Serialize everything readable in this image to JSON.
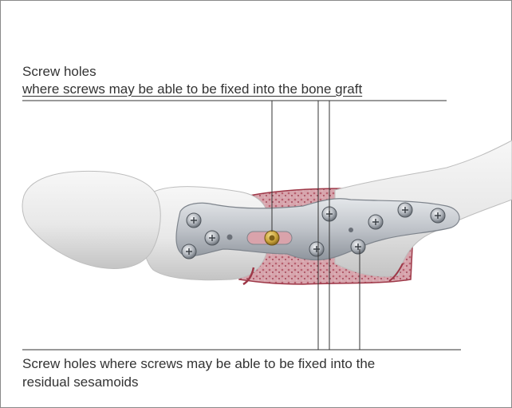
{
  "labels": {
    "top_title": "Screw holes",
    "top_subtitle": "where screws may be able to be fixed into the bone graft",
    "bottom_line1": "Screw holes where screws may be able to be fixed into the",
    "bottom_line2": "residual sesamoids"
  },
  "colors": {
    "bone": "#ececec",
    "bone_shadow": "#c9c9c9",
    "graft": "#c98c97",
    "graft_dark": "#9e3848",
    "plate": "#c8ccd2",
    "plate_dark": "#8e949c",
    "screw_gold": "#c9a23a",
    "leader": "#333333"
  },
  "icons": [
    "bone-illustration",
    "bone-plate",
    "screw-hole"
  ]
}
